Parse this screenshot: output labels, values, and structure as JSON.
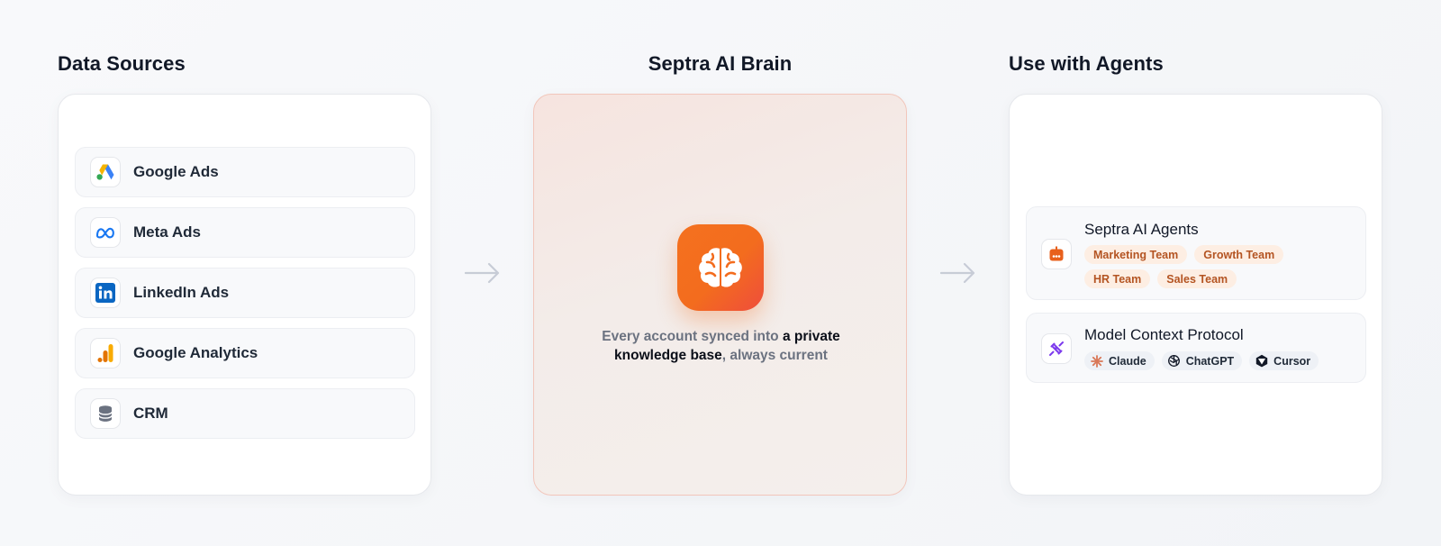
{
  "columns": {
    "sources_title": "Data Sources",
    "brain_title": "Septra AI Brain",
    "agents_title": "Use with Agents"
  },
  "sources": [
    {
      "label": "Google Ads",
      "icon": "google-ads-icon"
    },
    {
      "label": "Meta Ads",
      "icon": "meta-icon"
    },
    {
      "label": "LinkedIn Ads",
      "icon": "linkedin-icon"
    },
    {
      "label": "Google Analytics",
      "icon": "google-analytics-icon"
    },
    {
      "label": "CRM",
      "icon": "database-icon"
    }
  ],
  "brain": {
    "icon": "brain-icon",
    "caption_pre": "Every account synced into ",
    "caption_bold": "a private knowledge base",
    "caption_post": ", always current"
  },
  "agents": {
    "septra": {
      "title": "Septra AI Agents",
      "icon": "robot-icon",
      "tags": [
        "Marketing Team",
        "Growth Team",
        "HR Team",
        "Sales Team"
      ]
    },
    "mcp": {
      "title": "Model Context Protocol",
      "icon": "plug-icon",
      "tags": [
        {
          "label": "Claude",
          "icon": "claude-icon"
        },
        {
          "label": "ChatGPT",
          "icon": "chatgpt-icon"
        },
        {
          "label": "Cursor",
          "icon": "cursor-icon"
        }
      ]
    }
  },
  "colors": {
    "accent": "#f36c1e",
    "accent_end": "#ef4d3c",
    "tag_bg": "#fdeee3",
    "tag_text": "#b45422"
  }
}
